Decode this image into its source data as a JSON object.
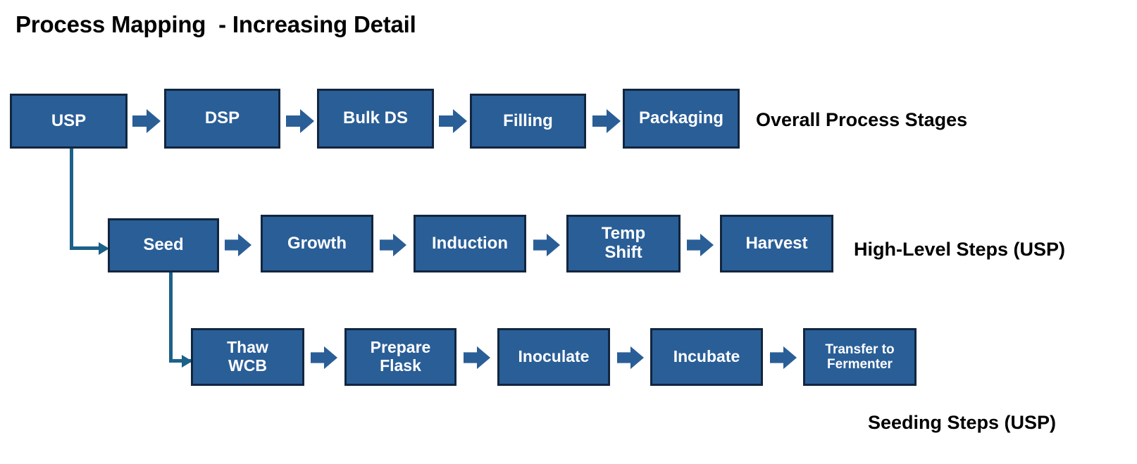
{
  "title": "Process Mapping  - Increasing Detail",
  "colors": {
    "box_fill": "#2A5E97",
    "box_border": "#12263F",
    "arrow_fill": "#2A5E97",
    "connector": "#1C6189",
    "box_text": "#FFFFFF",
    "caption_text": "#000000",
    "background": "#FFFFFF"
  },
  "rows": [
    {
      "caption": "Overall Process Stages",
      "steps": [
        {
          "label": "USP"
        },
        {
          "label": "DSP"
        },
        {
          "label": "Bulk DS"
        },
        {
          "label": "Filling"
        },
        {
          "label": "Packaging"
        }
      ]
    },
    {
      "caption": "High-Level Steps (USP)",
      "steps": [
        {
          "label": "Seed"
        },
        {
          "label": "Growth"
        },
        {
          "label": "Induction"
        },
        {
          "label": "Temp\nShift"
        },
        {
          "label": "Harvest"
        }
      ]
    },
    {
      "caption": "Seeding Steps (USP)",
      "steps": [
        {
          "label": "Thaw\nWCB"
        },
        {
          "label": "Prepare\nFlask"
        },
        {
          "label": "Inoculate"
        },
        {
          "label": "Incubate"
        },
        {
          "label": "Transfer to\nFermenter"
        }
      ]
    }
  ],
  "connectors": [
    {
      "from": "USP",
      "to": "Seed"
    },
    {
      "from": "Seed",
      "to": "Thaw WCB"
    }
  ]
}
